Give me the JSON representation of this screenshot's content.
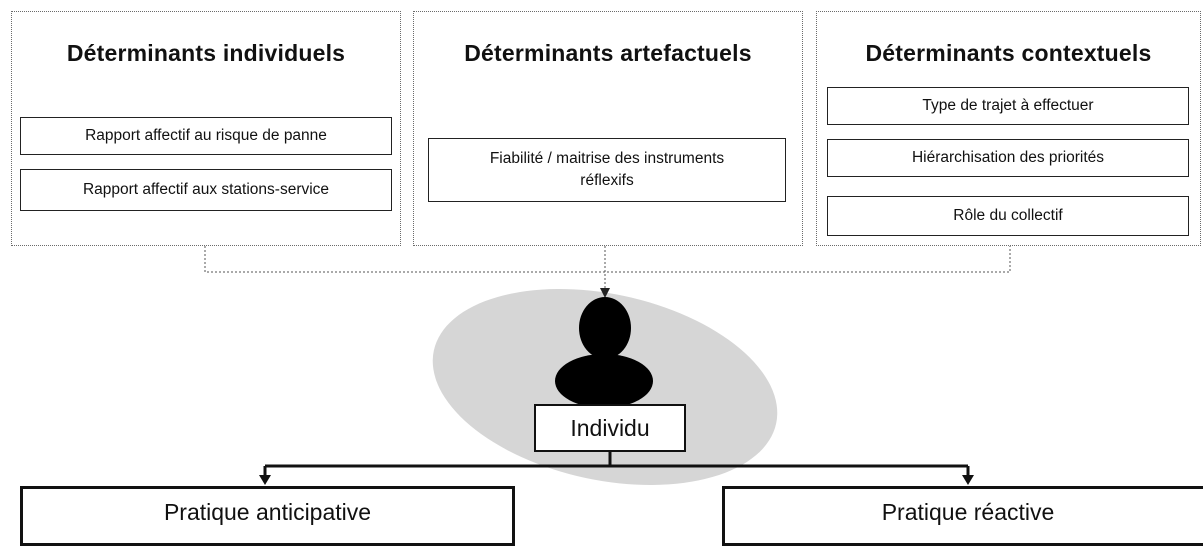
{
  "panels": {
    "individuels": {
      "title": "Déterminants individuels",
      "items": [
        "Rapport affectif au risque de panne",
        "Rapport affectif aux stations-service"
      ]
    },
    "artefactuels": {
      "title": "Déterminants artefactuels",
      "items": [
        "Fiabilité / maitrise des instruments réflexifs"
      ]
    },
    "contextuels": {
      "title": "Déterminants contextuels",
      "items": [
        "Type de trajet à effectuer",
        "Hiérarchisation des priorités",
        "Rôle du collectif"
      ]
    }
  },
  "center": {
    "label": "Individu",
    "icon": "person-icon"
  },
  "practices": {
    "left": "Pratique anticipative",
    "right": "Pratique réactive"
  },
  "colors": {
    "ellipse": "#d6d6d6",
    "person": "#000000",
    "lines": "#222222"
  }
}
